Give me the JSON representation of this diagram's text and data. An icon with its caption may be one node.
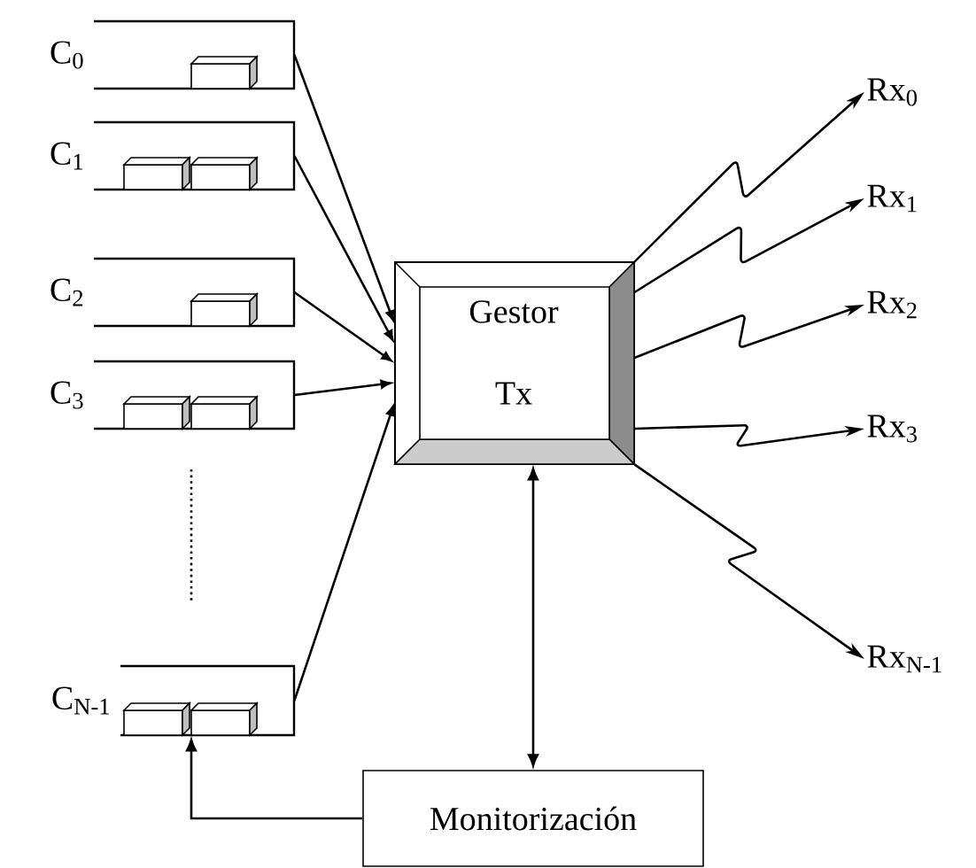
{
  "diagram": {
    "nodes": [
      {
        "text": [
          "C$_{0}$"
        ]
      },
      {
        "text": [
          "C$_{1}$"
        ]
      },
      {
        "text": [
          "C$_{2}$"
        ]
      },
      {
        "text": [
          "C$_{3}$"
        ]
      },
      {
        "text": [
          "C$_{N-1}$"
        ]
      },
      {
        "text": [
          "Gestor",
          "Tx"
        ]
      },
      {
        "text": [
          "Monitorización"
        ]
      },
      {
        "text": [
          "Rx$_{0}$"
        ]
      },
      {
        "text": [
          "Rx$_{1}$"
        ]
      },
      {
        "text": [
          "Rx$_{2}$"
        ]
      },
      {
        "text": [
          "Rx$_{3}$"
        ]
      },
      {
        "text": [
          "Rx$_{N-1}$"
        ]
      }
    ],
    "edges": [
      {
        "from": 0,
        "to": 5,
        "arrow": "to"
      },
      {
        "from": 1,
        "to": 5,
        "arrow": "to"
      },
      {
        "from": 2,
        "to": 5,
        "arrow": "to"
      },
      {
        "from": 3,
        "to": 5,
        "arrow": "to"
      },
      {
        "from": 4,
        "to": 5,
        "arrow": "to"
      },
      {
        "from": 5,
        "to": 6,
        "arrow": "both"
      },
      {
        "from": 6,
        "to": 4,
        "arrow": "to"
      },
      {
        "from": 5,
        "to": 7,
        "arrow": "to"
      },
      {
        "from": 5,
        "to": 8,
        "arrow": "to"
      },
      {
        "from": 5,
        "to": 9,
        "arrow": "to"
      },
      {
        "from": 5,
        "to": 10,
        "arrow": "to"
      },
      {
        "from": 5,
        "to": 11,
        "arrow": "to"
      }
    ]
  }
}
